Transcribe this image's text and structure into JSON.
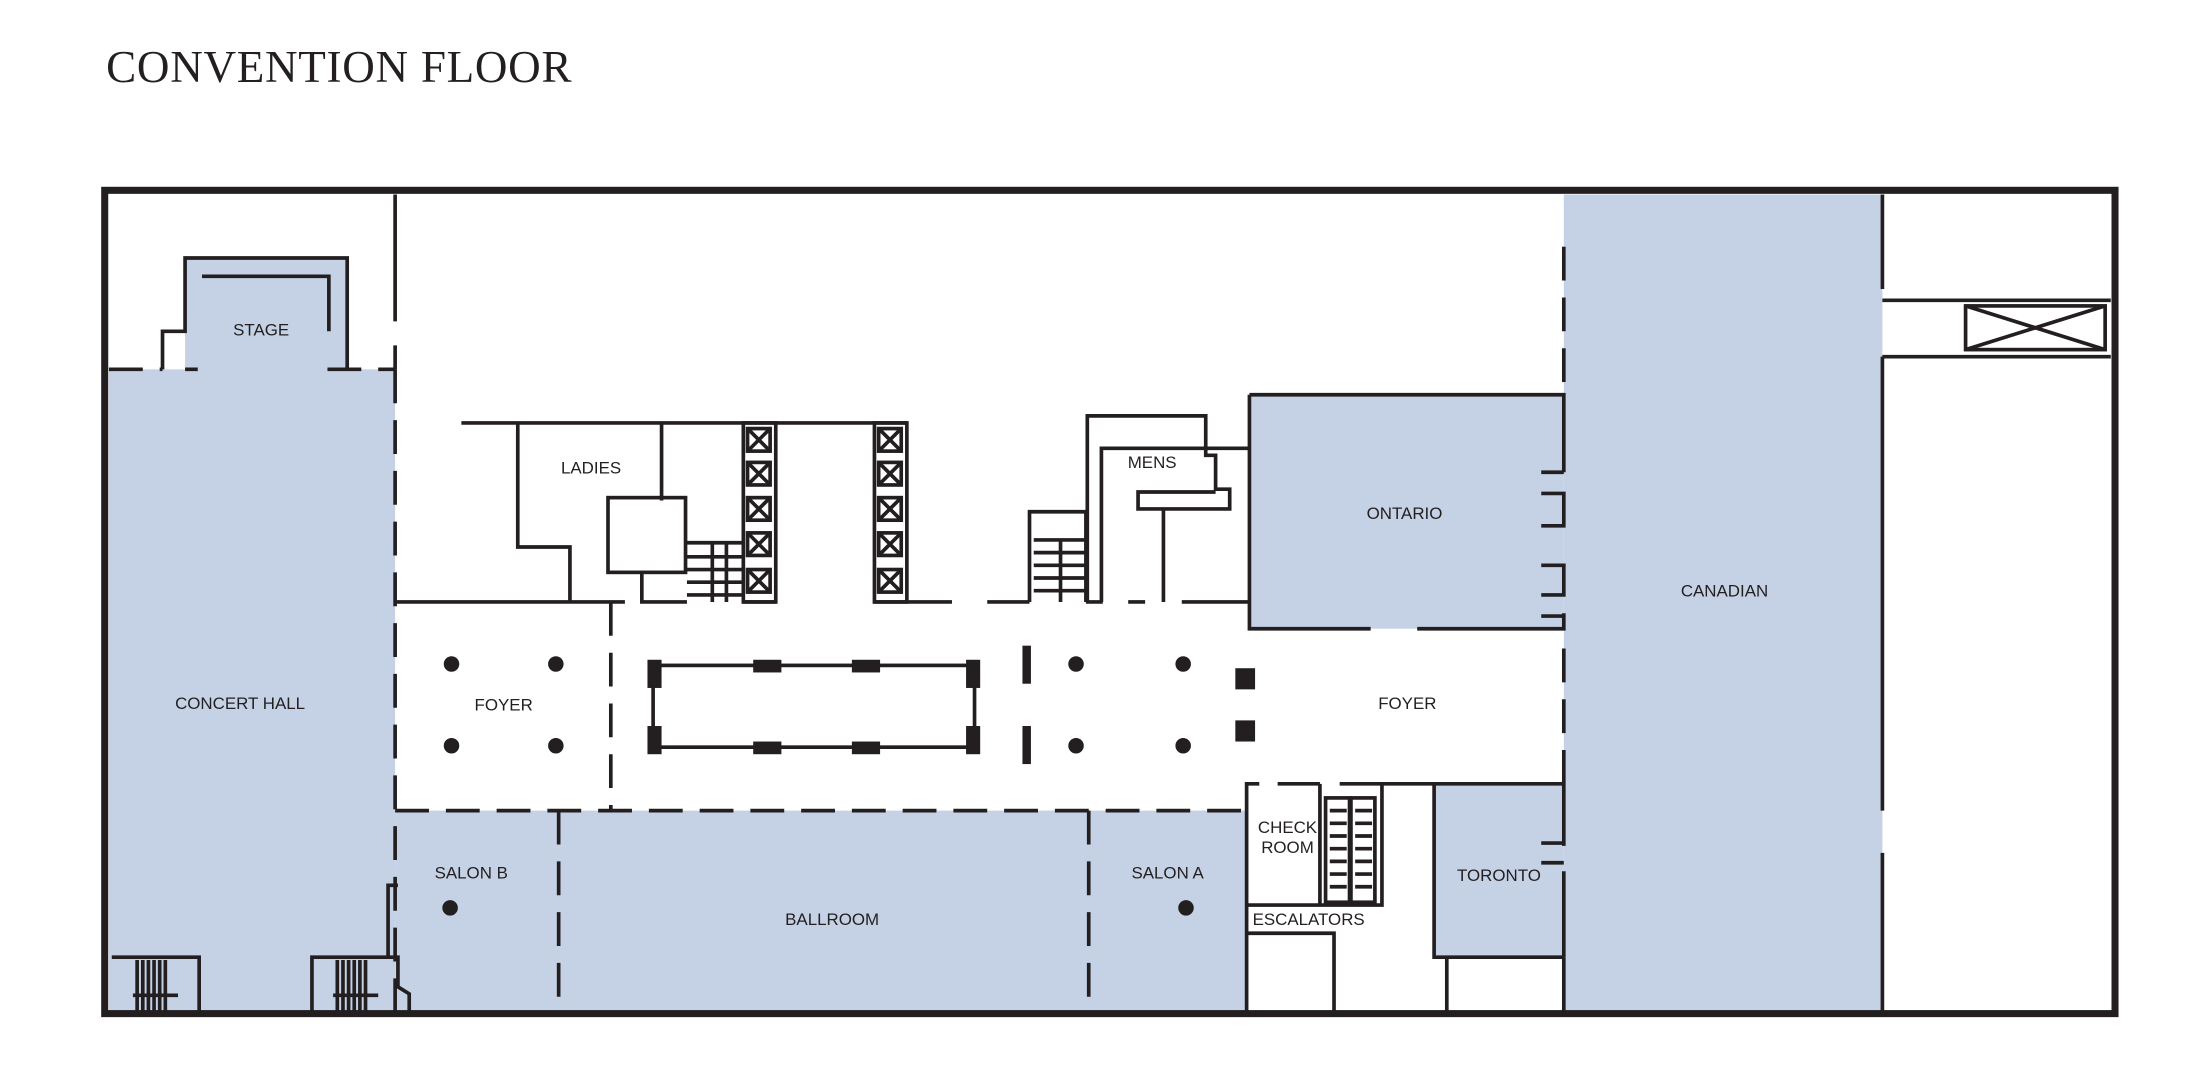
{
  "title": "CONVENTION FLOOR",
  "colors": {
    "room_fill": "#c5d2e5",
    "wall": "#231f20",
    "background": "#ffffff"
  },
  "rooms": {
    "stage": "STAGE",
    "concert_hall": "CONCERT HALL",
    "ladies": "LADIES",
    "mens": "MENS",
    "ontario": "ONTARIO",
    "canadian": "CANADIAN",
    "foyer_west": "FOYER",
    "foyer_east": "FOYER",
    "salon_b": "SALON B",
    "ballroom": "BALLROOM",
    "salon_a": "SALON A",
    "check_room_line1": "CHECK",
    "check_room_line2": "ROOM",
    "escalators": "ESCALATORS",
    "toronto": "TORONTO"
  }
}
